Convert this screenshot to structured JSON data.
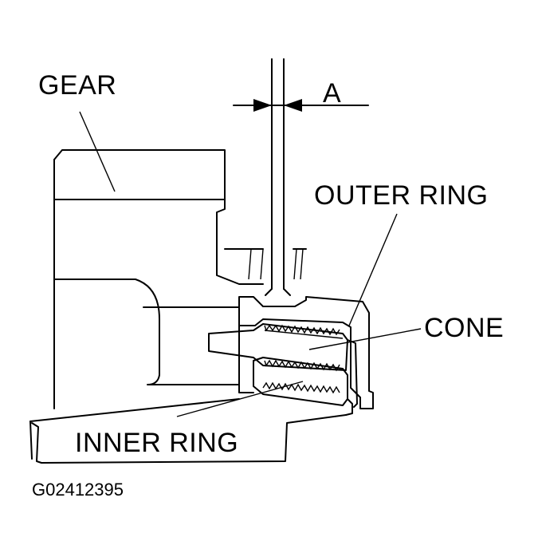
{
  "labels": {
    "gear": "GEAR",
    "dimension": "A",
    "outer_ring": "OUTER RING",
    "cone": "CONE",
    "inner_ring": "INNER RING"
  },
  "figure_code": "G02412395",
  "colors": {
    "line": "#000000",
    "background": "#ffffff"
  }
}
